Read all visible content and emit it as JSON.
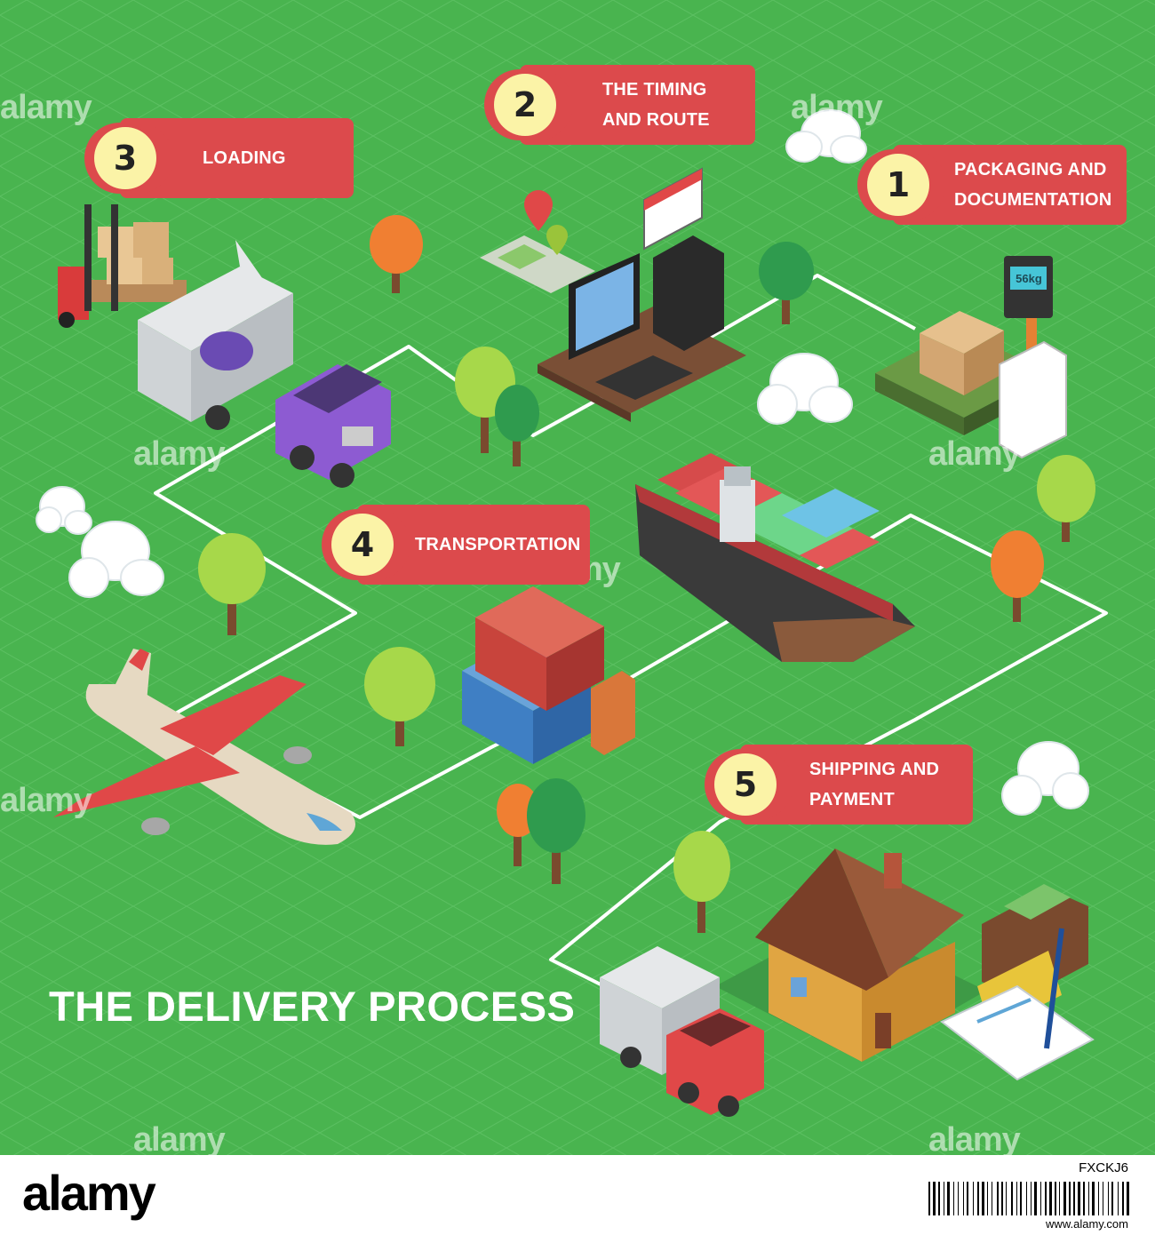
{
  "title": "THE DELIVERY PROCESS",
  "steps": [
    {
      "number": "1",
      "label": "PACKAGING AND\nDOCUMENTATION"
    },
    {
      "number": "2",
      "label": "THE TIMING\nAND ROUTE"
    },
    {
      "number": "3",
      "label": "LOADING"
    },
    {
      "number": "4",
      "label": "TRANSPORTATION"
    },
    {
      "number": "5",
      "label": "SHIPPING AND\nPAYMENT"
    }
  ],
  "scale_reading": "56kg",
  "watermark": "alamy",
  "footer": {
    "logo": "alamy",
    "image_id": "FXCKJ6",
    "url": "www.alamy.com"
  },
  "colors": {
    "background": "#49b44f",
    "panel": "#dc4a4c",
    "badge": "#fbf3a7",
    "path_line": "#ffffff"
  }
}
